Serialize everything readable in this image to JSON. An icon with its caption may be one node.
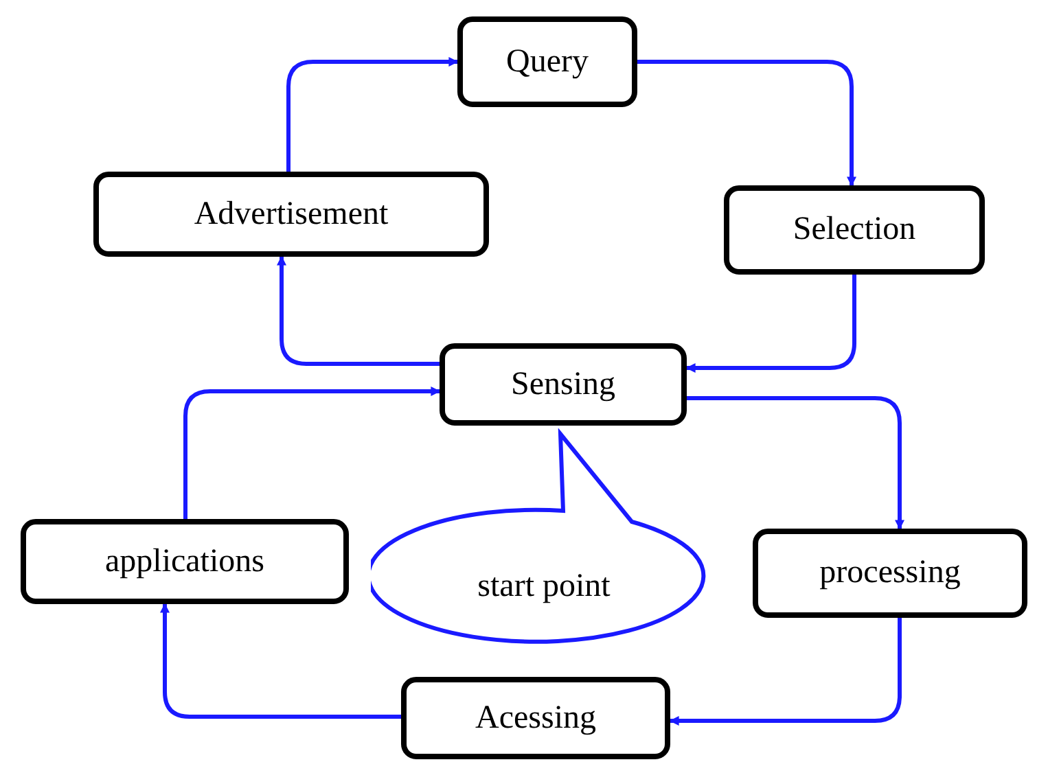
{
  "diagram": {
    "nodes": [
      {
        "text": [
          "Query"
        ]
      },
      {
        "text": [
          "Advertisement"
        ]
      },
      {
        "text": [
          "Selection"
        ]
      },
      {
        "text": [
          "Sensing"
        ]
      },
      {
        "text": [
          "applications"
        ]
      },
      {
        "text": [
          "start point"
        ]
      },
      {
        "text": [
          "processing"
        ]
      },
      {
        "text": [
          "Acessing"
        ]
      }
    ],
    "edges": [
      {
        "from": 1,
        "to": 0,
        "arrow": "to"
      },
      {
        "from": 0,
        "to": 2,
        "arrow": "to"
      },
      {
        "from": 2,
        "to": 3,
        "arrow": "to"
      },
      {
        "from": 3,
        "to": 1,
        "arrow": "to"
      },
      {
        "from": 3,
        "to": 6,
        "arrow": "to"
      },
      {
        "from": 6,
        "to": 7,
        "arrow": "to"
      },
      {
        "from": 7,
        "to": 4,
        "arrow": "to"
      },
      {
        "from": 4,
        "to": 3,
        "arrow": "to"
      }
    ]
  }
}
